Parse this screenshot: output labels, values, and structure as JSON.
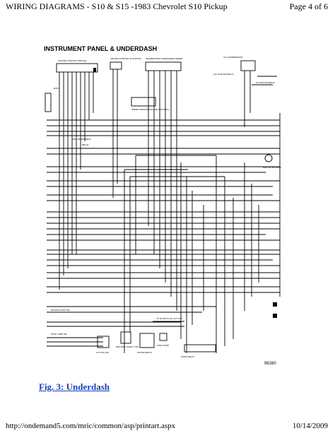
{
  "header": {
    "title": "WIRING DIAGRAMS - S10 & S15 -1983 Chevrolet S10 Pickup",
    "page": "Page 4 of 6"
  },
  "diagram": {
    "title": "INSTRUMENT PANEL & UNDERDASH",
    "figure_number": "96280",
    "labels": {
      "cruise_module": "CRUISE CONTROL MODULE",
      "cruise_actuator": "CRUISE CONTROL ACTUATOR",
      "intermittent_wiper": "INTERMITTENT WINDSHIELD WIPER",
      "speed_sensor": "SPEED SENSOR (CRUISE CONTROL)",
      "ac_compressor": "A/C COMPRESSOR",
      "ac_hi_blow": "A/C HI BLOW RELAY",
      "ac_motor_relay": "A/C MOTOR RELAY",
      "heater_blower": "HEATER BLOWER",
      "ecm": "ECM",
      "engine_speed": "ENG SPEED SENS",
      "relay": "RELAY",
      "cruise_switch": "CRUISE CONT SW",
      "neutral_switch": "NEUTRAL SAFETY SW",
      "choke_relay": "CHOKE RELAY",
      "fuel_pump": "FUEL PUMP",
      "horn_relay": "HORN RELAY",
      "clutch_switch": "CLUTCH SW",
      "to_glow_plug": "TO GLOW PLUG CUT OUT",
      "stop_lamp_switch": "STOP LAMP SW"
    }
  },
  "caption": "Fig. 3: Underdash",
  "footer": {
    "url": "http://ondemand5.com/mric/common/asp/printart.aspx",
    "date": "10/14/2009"
  }
}
